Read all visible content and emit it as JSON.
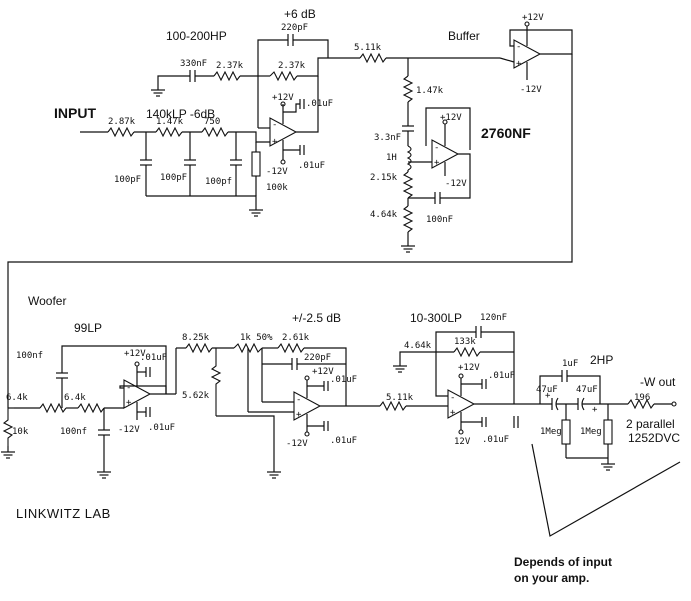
{
  "sections": {
    "hp_filter": "100-200HP",
    "gain_top": "+6 dB",
    "buffer": "Buffer",
    "input": "INPUT",
    "lp_filter": "140kLP -6dB",
    "notch": "2760NF",
    "woofer": "Woofer",
    "lp99": "99LP",
    "gain_adj": "+/-2.5 dB",
    "lp300": "10-300LP",
    "hp2": "2HP",
    "output": "-W out",
    "driver_line1": "2 parallel",
    "driver_line2": "1252DVC",
    "note_line1": "Depends of input",
    "note_line2": "on your amp.",
    "brand": "LINKWITZ LAB"
  },
  "labels": {
    "c220pF_a": "220pF",
    "r511k_a": "5.11k",
    "c330nF": "330nF",
    "r237k_a": "2.37k",
    "r237k_b": "2.37k",
    "v12_a": "+12V",
    "c01_a": ".01uF",
    "v12n_a": "-12V",
    "c01_b": ".01uF",
    "r287k": "2.87k",
    "r147k_a": "1.47k",
    "r750": "750",
    "c100pF_a": "100pF",
    "c100pF_b": "100pF",
    "c100pf_c": "100pf",
    "r100k": "100k",
    "v12_buf": "+12V",
    "v12n_buf": "-12V",
    "r147k_b": "1.47k",
    "c33nF": "3.3nF",
    "l1H": "1H",
    "r215k": "2.15k",
    "r464k_a": "4.64k",
    "v12_nf": "+12V",
    "v12n_nf": "-12V",
    "c100nF_nf": "100nF",
    "c100nf_w": "100nf",
    "r64k_a": "6.4k",
    "r64k_b": "6.4k",
    "r10k": "10k",
    "c100nf_w2": "100nf",
    "v12_w": "+12V",
    "c01_w": ".01uF",
    "v12n_w": "-12V",
    "c01_w2": ".01uF",
    "r825k": "8.25k",
    "r562k": "5.62k",
    "r1k50": "1k 50%",
    "r261k": "2.61k",
    "c220pF_g": "220pF",
    "v12_g": "+12V",
    "c01_g": ".01uF",
    "v12n_g": "-12V",
    "c01_g2": ".01uF",
    "r511k_b": "5.11k",
    "r464k_b": "4.64k",
    "c120nF": "120nF",
    "r133k": "133k",
    "v12_l": "+12V",
    "c01_l": ".01uF",
    "v12n_l": "12V",
    "c01_l2": ".01uF",
    "c1uF": "1uF",
    "c47uF_a": "47uF",
    "c47uF_b": "47uF",
    "r1Meg_a": "1Meg",
    "r1Meg_b": "1Meg",
    "r196": "196"
  }
}
